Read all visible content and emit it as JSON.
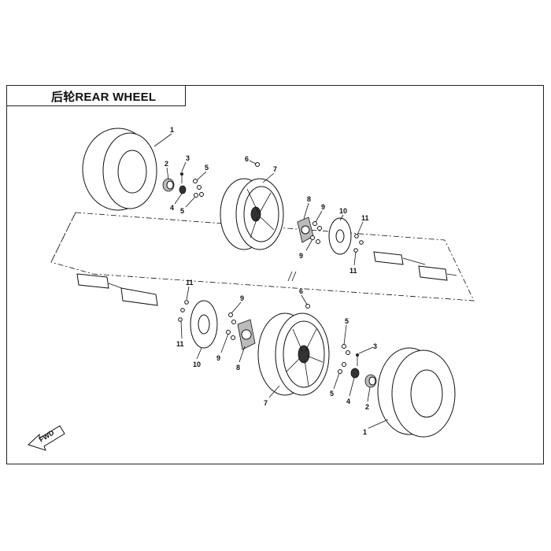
{
  "title": "后轮REAR WHEEL",
  "fwd_label": "FWD",
  "callouts": {
    "upper": {
      "tire": "1",
      "hub_cap": "2",
      "valve": "3",
      "nut": "4",
      "bolt_top": "5",
      "bolt_bottom": "5",
      "screw": "6",
      "rim": "7",
      "hub": "8",
      "stud_top": "9",
      "stud_bottom": "9",
      "disc": "10",
      "bolt_a": "11",
      "bolt_b": "11"
    },
    "lower": {
      "tire": "1",
      "hub_cap": "2",
      "valve": "3",
      "nut": "4",
      "bolt": "5",
      "screw": "6",
      "rim": "7",
      "hub": "8",
      "stud_top": "9",
      "stud_bottom": "9",
      "disc": "10",
      "bolt_a": "11",
      "bolt_b": "11"
    }
  }
}
